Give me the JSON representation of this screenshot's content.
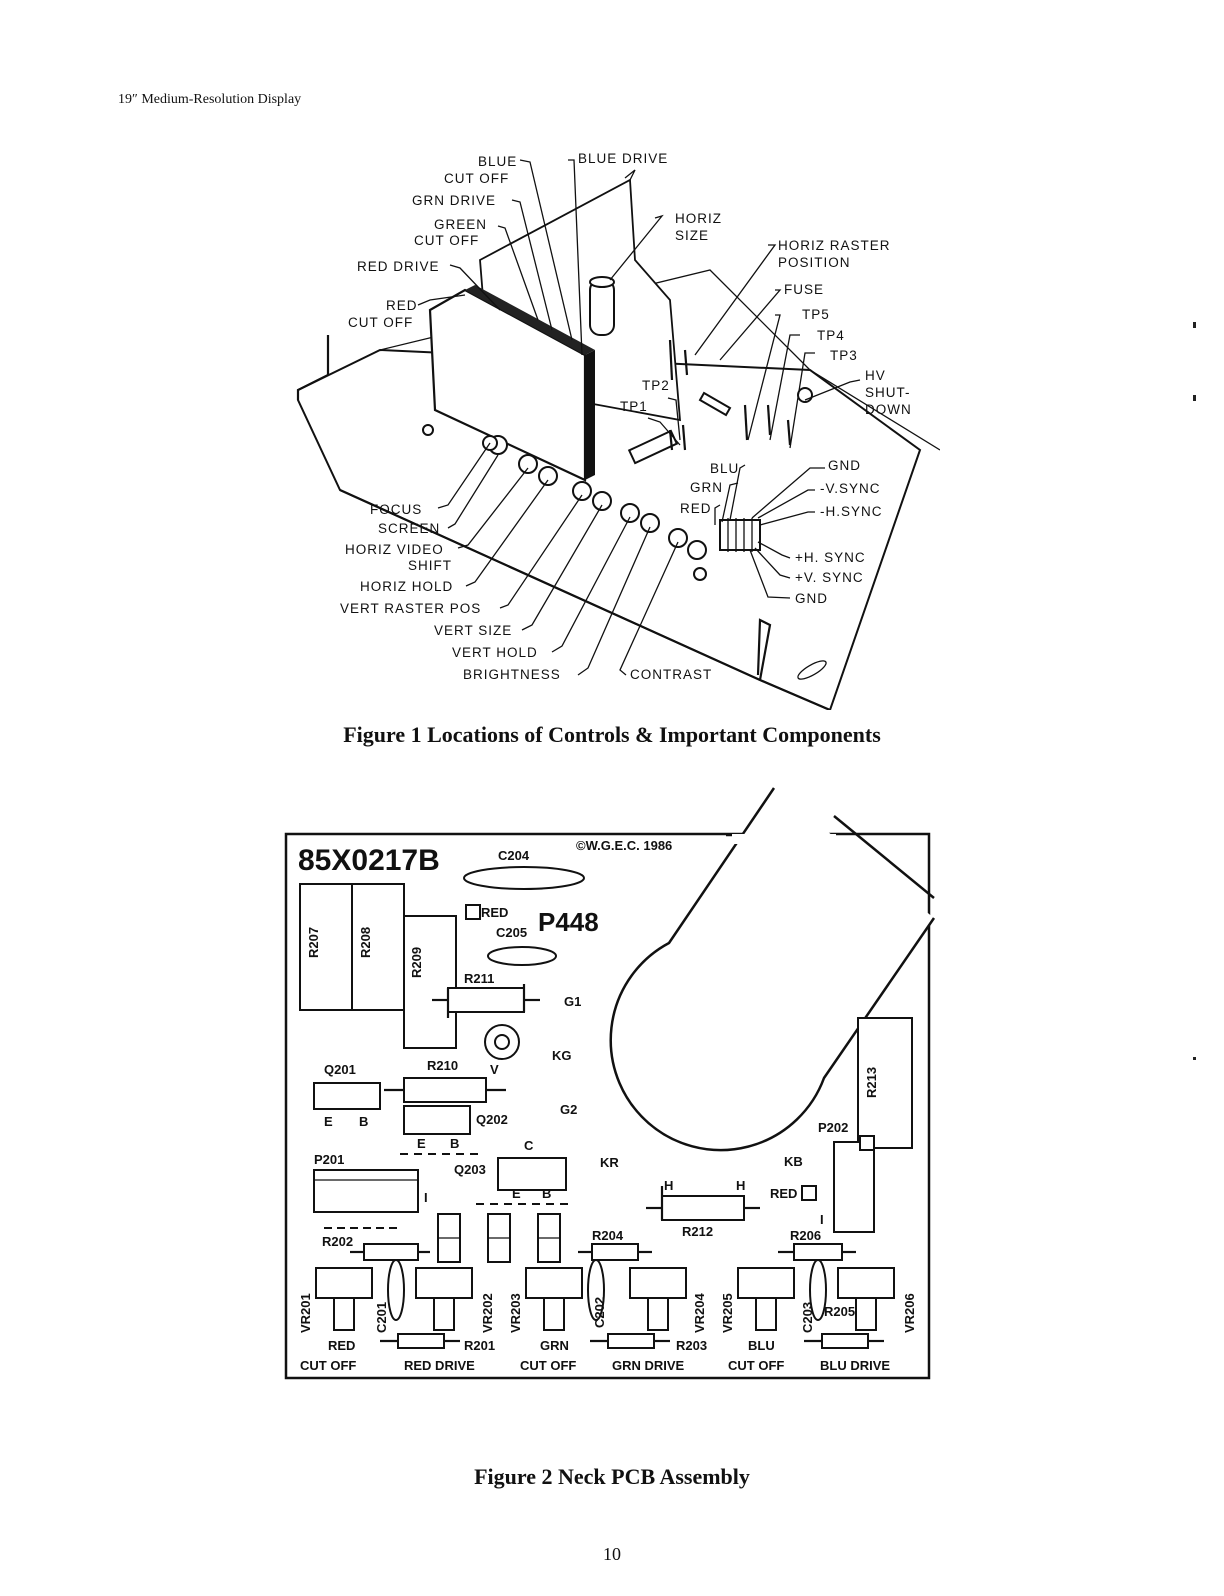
{
  "header": "19″ Medium-Resolution Display",
  "figure1": {
    "caption": "Figure 1  Locations of Controls & Important Components",
    "labels": {
      "blue_cut_off_1": "BLUE",
      "blue_cut_off_2": "CUT OFF",
      "blue_drive": "BLUE DRIVE",
      "grn_drive": "GRN DRIVE",
      "green_cut_off_1": "GREEN",
      "green_cut_off_2": "CUT OFF",
      "red_drive": "RED DRIVE",
      "red_cut_off_1": "RED",
      "red_cut_off_2": "CUT OFF",
      "horiz_size_1": "HORIZ",
      "horiz_size_2": "SIZE",
      "horiz_raster_1": "HORIZ RASTER",
      "horiz_raster_2": "POSITION",
      "fuse": "FUSE",
      "tp5": "TP5",
      "tp4": "TP4",
      "tp3": "TP3",
      "hv_1": "HV",
      "hv_2": "SHUT-",
      "hv_3": "DOWN",
      "tp2": "TP2",
      "tp1": "TP1",
      "blu": "BLU",
      "grn": "GRN",
      "red": "RED",
      "gnd_top": "GND",
      "v_sync_neg": "-V.SYNC",
      "h_sync_neg": "-H.SYNC",
      "h_sync_pos": "+H. SYNC",
      "v_sync_pos": "+V. SYNC",
      "gnd_bottom": "GND",
      "focus": "FOCUS",
      "screen": "SCREEN",
      "horiz_video_1": "HORIZ VIDEO",
      "horiz_video_2": "SHIFT",
      "horiz_hold": "HORIZ HOLD",
      "vert_raster_pos": "VERT RASTER POS",
      "vert_size": "VERT SIZE",
      "vert_hold": "VERT HOLD",
      "brightness": "BRIGHTNESS",
      "contrast": "CONTRAST"
    }
  },
  "figure2": {
    "caption": "Figure 2  Neck PCB Assembly",
    "labels": {
      "board_id": "85X0217B",
      "c204": "C204",
      "copyright": "©W.G.E.C. 1986",
      "red_box": "RED",
      "p448": "P448",
      "c205": "C205",
      "r207": "R207",
      "r208": "R208",
      "r209": "R209",
      "r211": "R211",
      "g1": "G1",
      "kg": "KG",
      "g2": "G2",
      "kr": "KR",
      "kb": "KB",
      "v": "V",
      "q201": "Q201",
      "r210": "R210",
      "q202": "Q202",
      "e1": "E",
      "b1": "B",
      "e2": "E",
      "b2": "B",
      "c_lbl": "C",
      "p201": "P201",
      "q203": "Q203",
      "e3": "E",
      "b3": "B",
      "r213": "R213",
      "p202": "P202",
      "h1": "H",
      "h2": "H",
      "red_box2": "RED",
      "r212": "R212",
      "r202": "R202",
      "r204": "R204",
      "r206": "R206",
      "one1": "I",
      "one2": "I",
      "vr201": "VR201",
      "c201": "C201",
      "vr202": "VR202",
      "vr203": "VR203",
      "c202": "C202",
      "vr204": "VR204",
      "vr205": "VR205",
      "c203": "C203",
      "r205": "R205",
      "vr206": "VR206",
      "red_lbl": "RED",
      "r201": "R201",
      "grn_lbl": "GRN",
      "r203": "R203",
      "blu_lbl": "BLU",
      "bottom_red_cutoff": "CUT OFF",
      "bottom_red_drive": "RED DRIVE",
      "bottom_grn_cutoff": "CUT OFF",
      "bottom_grn_drive": "GRN DRIVE",
      "bottom_blu_cutoff": "CUT OFF",
      "bottom_blu_drive": "BLU DRIVE"
    }
  },
  "page_number": "10"
}
